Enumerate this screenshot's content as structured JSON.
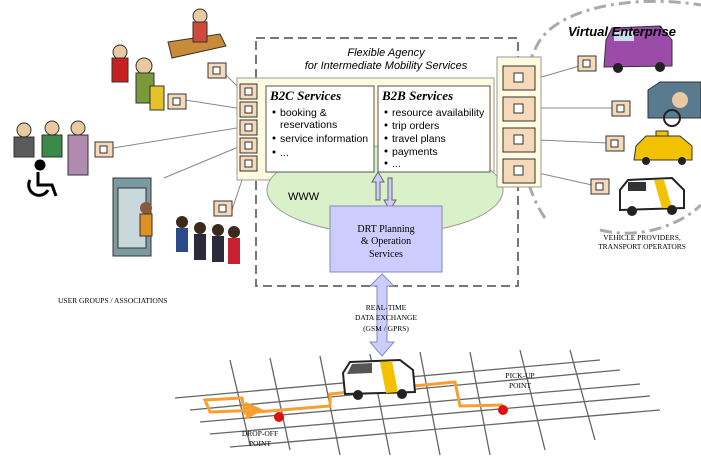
{
  "agency": {
    "title_line1": "Flexible Agency",
    "title_line2": "for  Intermediate Mobility Services"
  },
  "b2c": {
    "title": "B2C Services",
    "items": [
      "booking &",
      "reservations",
      "service information",
      "..."
    ]
  },
  "b2b": {
    "title": "B2B Services",
    "items": [
      "resource availability",
      "trip orders",
      "travel plans",
      "payments",
      "..."
    ]
  },
  "www_label": "WWW",
  "drt": {
    "line1": "DRT Planning",
    "line2": "& Operation",
    "line3": "Services"
  },
  "virtual_enterprise": "Virtual Enterprise",
  "vehicle_providers": {
    "line1": "VEHICLE  PROVIDERS,",
    "line2": "TRANSPORT OPERATORS"
  },
  "user_groups": "USER GROUPS / ASSOCIATIONS",
  "data_exchange": {
    "line1": "REAL-TIME",
    "line2": "DATA EXCHANGE",
    "line3": "(GSM / GPRS)"
  },
  "pickup": {
    "line1": "PICK-UP",
    "line2": "POINT"
  },
  "dropoff": {
    "line1": "DROP-OFF",
    "line2": "POINT"
  },
  "colors": {
    "agency_fill": "#fffbe0",
    "drt_fill": "#ccccff",
    "www_fill": "#d9f0c8",
    "connector_fill": "#f6d9b8",
    "route": "#f5a030",
    "point": "#dd1111"
  }
}
